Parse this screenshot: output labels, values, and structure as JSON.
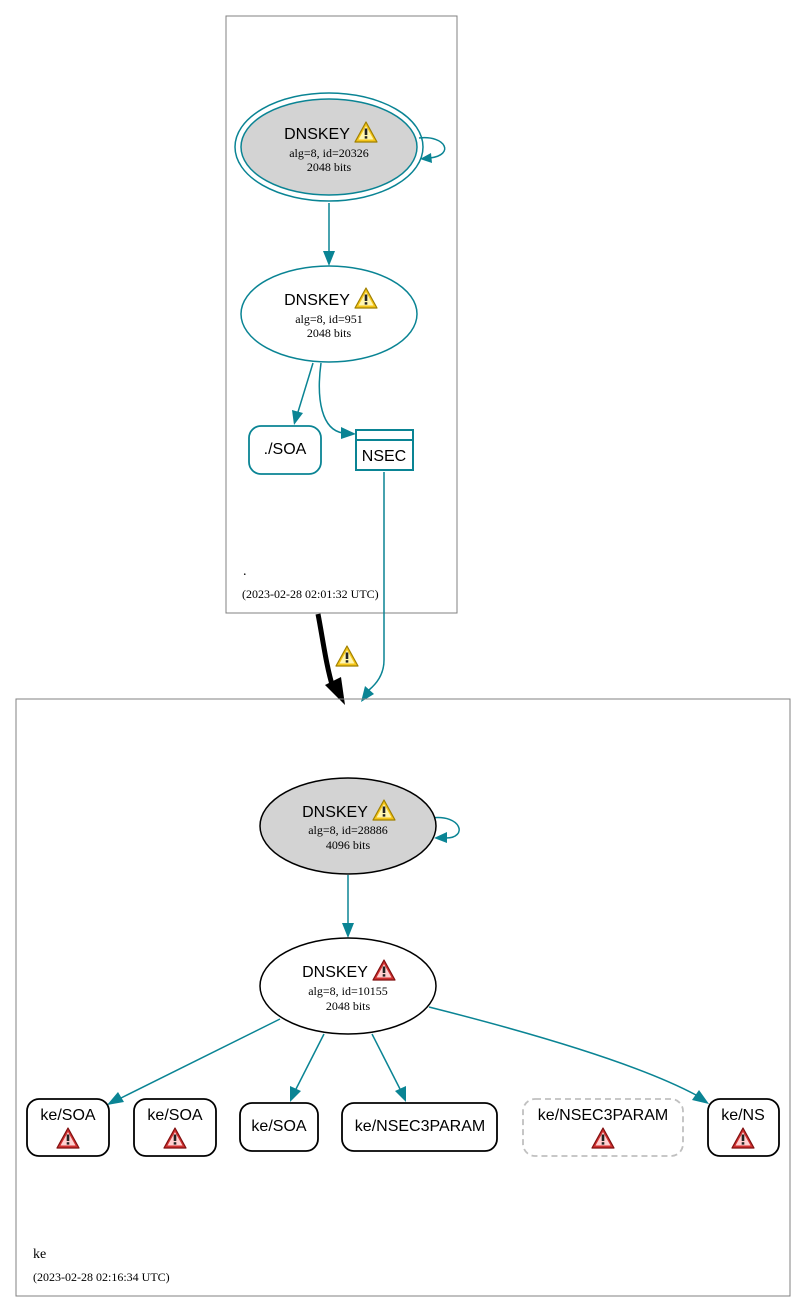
{
  "colors": {
    "edge": "#0a8494",
    "node_stroke_teal": "#0a8494",
    "node_stroke_black": "#000000",
    "ksk_fill": "#d3d3d3",
    "zone_border": "#808080",
    "warning_yellow": "#f5c518",
    "error_red": "#d03030",
    "insecure_dashed": "#c0c0c0",
    "delegation_arrow": "#000000"
  },
  "root_zone": {
    "name": ".",
    "timestamp": "(2023-02-28 02:01:32 UTC)",
    "dnskey_ksk": {
      "label": "DNSKEY",
      "alg": "alg=8, id=20326",
      "bits": "2048 bits",
      "status_icon": "warning-icon"
    },
    "dnskey_zsk": {
      "label": "DNSKEY",
      "alg": "alg=8, id=951",
      "bits": "2048 bits",
      "status_icon": "warning-icon"
    },
    "soa": {
      "label": "./SOA"
    },
    "nsec": {
      "label": "NSEC"
    }
  },
  "delegation": {
    "status_icon": "warning-icon"
  },
  "ke_zone": {
    "name": "ke",
    "timestamp": "(2023-02-28 02:16:34 UTC)",
    "dnskey_ksk": {
      "label": "DNSKEY",
      "alg": "alg=8, id=28886",
      "bits": "4096 bits",
      "status_icon": "warning-icon"
    },
    "dnskey_zsk": {
      "label": "DNSKEY",
      "alg": "alg=8, id=10155",
      "bits": "2048 bits",
      "status_icon": "error-icon"
    },
    "rrsets": [
      {
        "label": "ke/SOA",
        "status_icon": "error-icon"
      },
      {
        "label": "ke/SOA",
        "status_icon": "error-icon"
      },
      {
        "label": "ke/SOA",
        "status_icon": ""
      },
      {
        "label": "ke/NSEC3PARAM",
        "status_icon": ""
      },
      {
        "label": "ke/NSEC3PARAM",
        "status_icon": "error-icon"
      },
      {
        "label": "ke/NS",
        "status_icon": "error-icon"
      }
    ]
  }
}
